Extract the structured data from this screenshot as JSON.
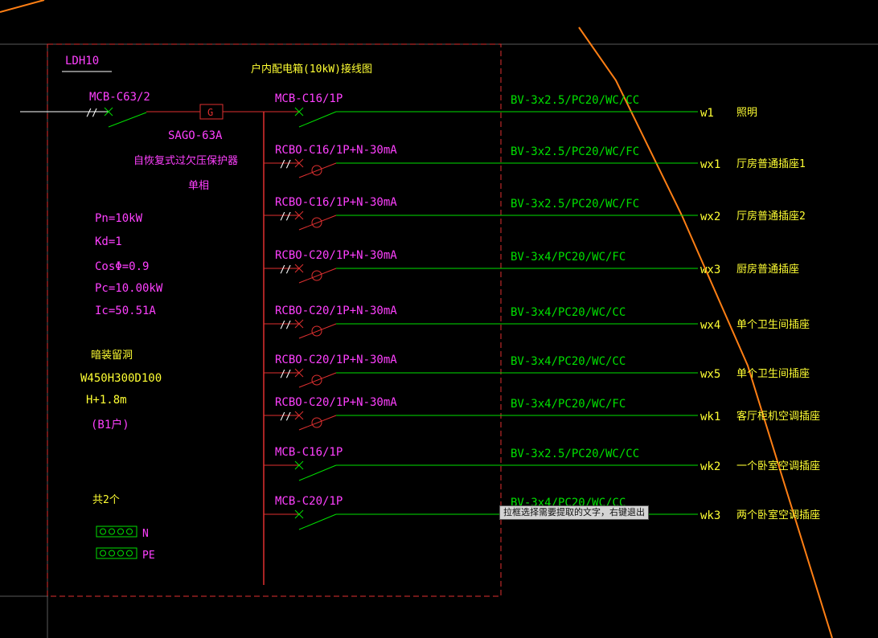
{
  "panel": {
    "id": "LDH10",
    "title": "户内配电箱(10kW)接线图",
    "main_breaker": "MCB-C63/2",
    "protector_symbol": "G",
    "protector_model": "SAGO-63A",
    "protector_desc": "自恢复式过欠压保护器",
    "protector_note": "单相"
  },
  "params": [
    "Pn=10kW",
    "Kd=1",
    "CosΦ=0.9",
    "Pc=10.00kW",
    "Ic=50.51A"
  ],
  "install": [
    "暗装留洞",
    "W450H300D100",
    "H+1.8m",
    "(B1户)"
  ],
  "count_note": "共2个",
  "terminals": [
    "N",
    "PE"
  ],
  "circuits": [
    {
      "breaker": "MCB-C16/1P",
      "cable": "BV-3x2.5/PC20/WC/CC",
      "code": "w1",
      "desc": "照明"
    },
    {
      "breaker": "RCBO-C16/1P+N-30mA",
      "cable": "BV-3x2.5/PC20/WC/FC",
      "code": "wx1",
      "desc": "厅房普通插座1"
    },
    {
      "breaker": "RCBO-C16/1P+N-30mA",
      "cable": "BV-3x2.5/PC20/WC/FC",
      "code": "wx2",
      "desc": "厅房普通插座2"
    },
    {
      "breaker": "RCBO-C20/1P+N-30mA",
      "cable": "BV-3x4/PC20/WC/FC",
      "code": "wx3",
      "desc": "厨房普通插座"
    },
    {
      "breaker": "RCBO-C20/1P+N-30mA",
      "cable": "BV-3x4/PC20/WC/CC",
      "code": "wx4",
      "desc": "单个卫生间插座"
    },
    {
      "breaker": "RCBO-C20/1P+N-30mA",
      "cable": "BV-3x4/PC20/WC/CC",
      "code": "wx5",
      "desc": "单个卫生间插座"
    },
    {
      "breaker": "RCBO-C20/1P+N-30mA",
      "cable": "BV-3x4/PC20/WC/FC",
      "code": "wk1",
      "desc": "客厅柜机空调插座"
    },
    {
      "breaker": "MCB-C16/1P",
      "cable": "BV-3x2.5/PC20/WC/CC",
      "code": "wk2",
      "desc": "一个卧室空调插座"
    },
    {
      "breaker": "MCB-C20/1P",
      "cable": "BV-3x4/PC20/WC/CC",
      "code": "wk3",
      "desc": "两个卧室空调插座"
    }
  ],
  "tooltip": "拉框选择需要提取的文字，右键退出",
  "colors": {
    "background": "#000000",
    "frame": "#e03030",
    "label": "#ff40ff",
    "cable": "#00e000",
    "text_yellow": "#ffff33",
    "orange": "#ff7f14",
    "white": "#ffffff",
    "gray": "#6a6a6a"
  }
}
